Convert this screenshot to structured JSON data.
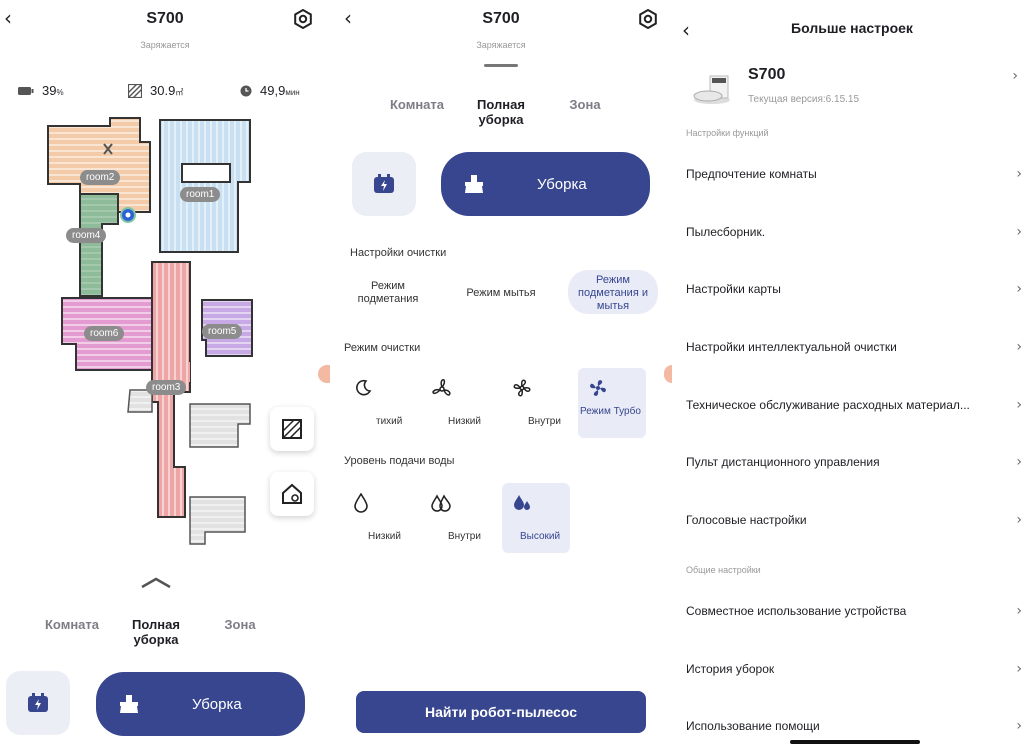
{
  "panel1": {
    "back": "‹",
    "title": "S700",
    "subtitle": "Заряжается",
    "battery_value": "39",
    "battery_unit": "%",
    "area_value": "30.9",
    "area_unit": "㎡",
    "time_value": "49,9",
    "time_unit": "мин",
    "rooms": [
      "room2",
      "room1",
      "room4",
      "room6",
      "room5",
      "room3"
    ],
    "tabs": [
      "Комната",
      "Полная уборка",
      "Зона"
    ],
    "clean_label": "Уборка"
  },
  "panel2": {
    "back": "‹",
    "title": "S700",
    "subtitle": "Заряжается",
    "tabs": [
      "Комната",
      "Полная уборка",
      "Зона"
    ],
    "clean_label": "Уборка",
    "cleaning_settings_label": "Настройки очистки",
    "cleaning_types": [
      "Режим подметания",
      "Режим мытья",
      "Режим подметания и мытья"
    ],
    "cleaning_mode_label": "Режим очистки",
    "modes": [
      "тихий",
      "Низкий",
      "Внутри",
      "Режим Турбо"
    ],
    "water_label": "Уровень подачи воды",
    "water": [
      "Низкий",
      "Внутри",
      "Высокий"
    ],
    "find_label": "Найти робот-пылесос"
  },
  "panel3": {
    "back": "‹",
    "title": "Больше настроек",
    "device_name": "S700",
    "device_version": "Текущая версия:6.15.15",
    "group1": "Настройки функций",
    "rows1": [
      "Предпочтение комнаты",
      "Пылесборник.",
      "Настройки карты",
      "Настройки интеллектуальной очистки",
      "Техническое обслуживание расходных материал...",
      "Пульт дистанционного управления",
      "Голосовые настройки"
    ],
    "group2": "Общие настройки",
    "rows2": [
      "Совместное использование устройства",
      "История уборок",
      "Использование помощи"
    ],
    "chevron": "›"
  },
  "colors": {
    "accent": "#37468f",
    "room_orange": "#f2c8a4",
    "room_blue": "#c9e1f2",
    "room_green": "#8fb99a",
    "room_red": "#eea4a4",
    "room_purple": "#c8a8e6",
    "room_pink": "#e49ad2"
  }
}
